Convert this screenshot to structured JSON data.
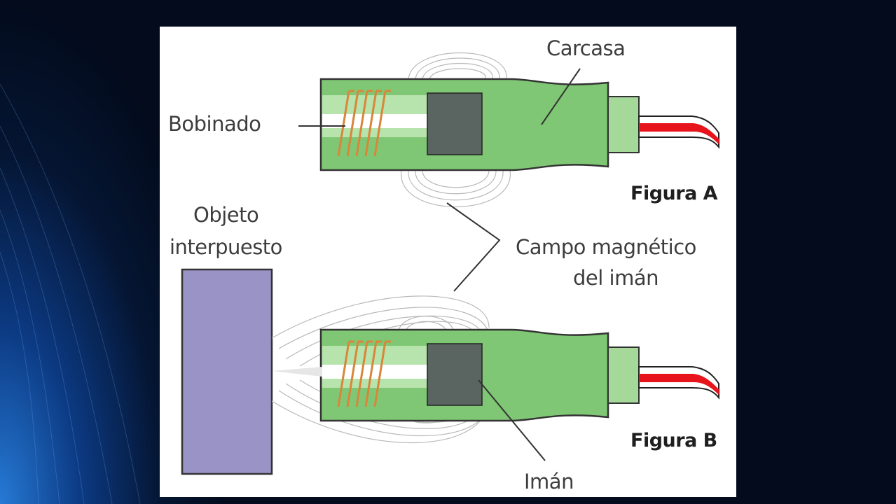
{
  "labels": {
    "carcasa": "Carcasa",
    "bobinado": "Bobinado",
    "figura_a": "Figura A",
    "objeto_line1": "Objeto",
    "objeto_line2": "interpuesto",
    "campo_line1": "Campo magnético",
    "campo_line2": "del imán",
    "figura_b": "Figura B",
    "iman": "Imán"
  },
  "colors": {
    "housing": "#7fc774",
    "housing_light": "#b7e3ad",
    "coil": "#d9863a",
    "magnet": "#5a6461",
    "cable": "#e8141c",
    "object": "#9a93c6",
    "field_lines": "#b9b9b9",
    "slide_background": "#030b1c",
    "slide_glow": "#1f6fd6"
  }
}
